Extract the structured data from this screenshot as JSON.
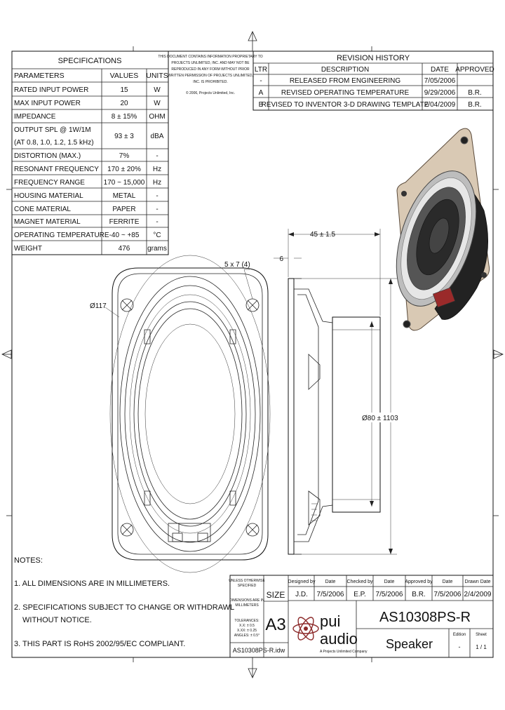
{
  "specifications": {
    "title": "SPECIFICATIONS",
    "headers": [
      "PARAMETERS",
      "VALUES",
      "UNITS"
    ],
    "rows": [
      {
        "param": "RATED INPUT POWER",
        "value": "15",
        "unit": "W"
      },
      {
        "param": "MAX INPUT POWER",
        "value": "20",
        "unit": "W"
      },
      {
        "param": "IMPEDANCE",
        "value": "8 ± 15%",
        "unit": "OHM"
      },
      {
        "param": "OUTPUT SPL @ 1W/1M",
        "param2": "(AT 0.8, 1.0, 1.2, 1.5 kHz)",
        "value": "93 ± 3",
        "unit": "dBA"
      },
      {
        "param": "DISTORTION (MAX.)",
        "value": "7%",
        "unit": "-"
      },
      {
        "param": "RESONANT FREQUENCY",
        "value": "170 ± 20%",
        "unit": "Hz"
      },
      {
        "param": "FREQUENCY RANGE",
        "value": "170 ~ 15,000",
        "unit": "Hz"
      },
      {
        "param": "HOUSING MATERIAL",
        "value": "METAL",
        "unit": "-"
      },
      {
        "param": "CONE MATERIAL",
        "value": "PAPER",
        "unit": "-"
      },
      {
        "param": "MAGNET MATERIAL",
        "value": "FERRITE",
        "unit": "-"
      },
      {
        "param": "OPERATING TEMPERATURE",
        "value": "-40 ~ +85",
        "unit": "°C"
      },
      {
        "param": "WEIGHT",
        "value": "476",
        "unit": "grams"
      }
    ]
  },
  "confidential": [
    "THIS DOCUMENT CONTAINS INFORMATION PROPRIETARY TO",
    "PROJECTS UNLIMITED, INC. AND MAY NOT BE",
    "REPRODUCED IN ANY FORM WITHOUT PRIOR",
    "WRITTEN PERMISSION OF PROJECTS UNLIMITED,",
    "INC. IS PROHIBITED.",
    "© 2006, Projects Unlimited, Inc."
  ],
  "revision": {
    "title": "REVISION HISTORY",
    "headers": [
      "LTR",
      "DESCRIPTION",
      "DATE",
      "APPROVED"
    ],
    "rows": [
      {
        "ltr": "-",
        "desc": "RELEASED FROM ENGINEERING",
        "date": "7/05/2006",
        "approved": ""
      },
      {
        "ltr": "A",
        "desc": "REVISED OPERATING TEMPERATURE",
        "date": "9/29/2006",
        "approved": "B.R."
      },
      {
        "ltr": "B",
        "desc": "REVISED TO INVENTOR 3-D DRAWING TEMPLATE",
        "date": "2/04/2009",
        "approved": "B.R."
      }
    ]
  },
  "dimensions": {
    "mount_holes": "5 x 7 (4)",
    "diameter": "Ø117",
    "depth": "45 ± 1.5",
    "flange": "6",
    "cone_dia": "Ø80 ± 1",
    "height": "103"
  },
  "notes": {
    "title": "NOTES:",
    "items": [
      "1. ALL DIMENSIONS ARE IN MILLIMETERS.",
      "2. SPECIFICATIONS SUBJECT TO CHANGE OR WITHDRAWL",
      "WITHOUT NOTICE.",
      "3. THIS PART IS RoHS 2002/95/EC COMPLIANT."
    ]
  },
  "titleblock": {
    "unless": [
      "UNLESS OTHERWISE",
      "SPECIFIED"
    ],
    "dims": [
      "DIMENSIONS ARE IN",
      "MILLIMETERS"
    ],
    "tol": [
      "TOLERANCES:",
      "X.X: ± 0.5",
      "X.XX: ± 0.25",
      "ANGLES: ± 0.5°"
    ],
    "file": "AS10308PS-R.idw",
    "size_label": "SIZE",
    "size": "A3",
    "headers": [
      "Designed by",
      "Date",
      "Checked by",
      "Date",
      "Approved by",
      "Date",
      "Drawn Date"
    ],
    "values": [
      "J.D.",
      "7/5/2006",
      "E.P.",
      "7/5/2006",
      "B.R.",
      "7/5/2006",
      "2/4/2009"
    ],
    "part_number": "AS10308PS-R",
    "part_name": "Speaker",
    "logo_top": "pui",
    "logo_bottom": "audio",
    "logo_tag": "A Projects Unlimited Company",
    "edition_label": "Edition",
    "edition": "-",
    "sheet_label": "Sheet",
    "sheet": "1 / 1"
  }
}
